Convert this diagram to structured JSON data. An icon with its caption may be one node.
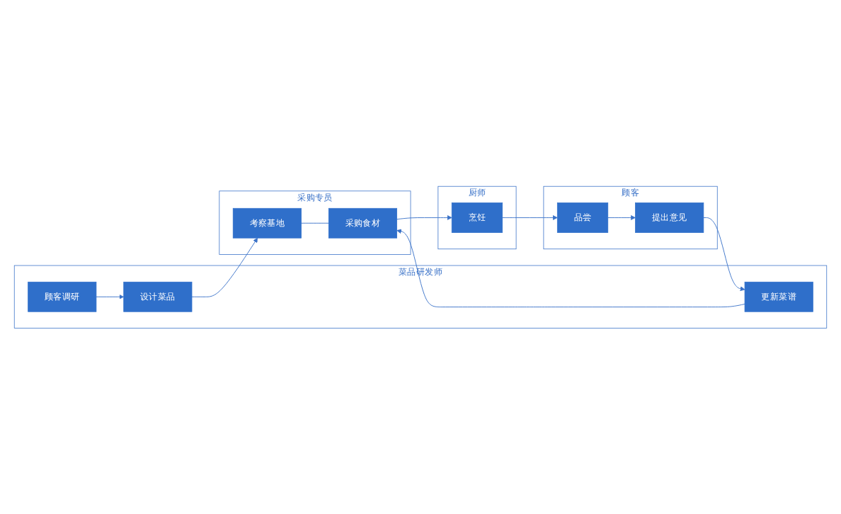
{
  "diagram": {
    "nodes": [
      {
        "text": [
          "菜品研发师"
        ]
      },
      {
        "text": [
          "采购专员"
        ]
      },
      {
        "text": [
          "厨师"
        ]
      },
      {
        "text": [
          "顾客"
        ]
      },
      {
        "text": [
          "顾客调研"
        ],
        "in": 0
      },
      {
        "text": [
          "设计菜品"
        ],
        "in": 0
      },
      {
        "text": [
          "考察基地"
        ],
        "in": 1
      },
      {
        "text": [
          "采购食材"
        ],
        "in": 1
      },
      {
        "text": [
          "烹饪"
        ],
        "in": 2
      },
      {
        "text": [
          "品尝"
        ],
        "in": 3
      },
      {
        "text": [
          "提出意见"
        ],
        "in": 3
      },
      {
        "text": [
          "更新菜谱"
        ],
        "in": 0
      }
    ],
    "edges": [
      {
        "from": 4,
        "to": 5,
        "arrow": "to"
      },
      {
        "from": 5,
        "to": 6,
        "arrow": "to"
      },
      {
        "from": 6,
        "to": 7,
        "arrow": "none"
      },
      {
        "from": 7,
        "to": 8,
        "arrow": "to"
      },
      {
        "from": 8,
        "to": 9,
        "arrow": "to"
      },
      {
        "from": 9,
        "to": 10,
        "arrow": "to"
      },
      {
        "from": 10,
        "to": 11,
        "arrow": "to"
      },
      {
        "from": 11,
        "to": 7,
        "arrow": "to"
      }
    ]
  }
}
